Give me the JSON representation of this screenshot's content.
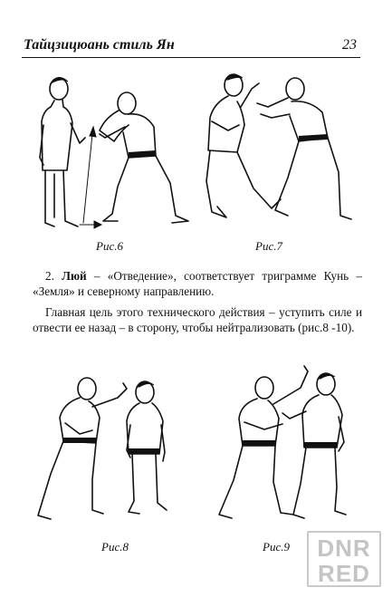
{
  "header": {
    "title": "Тайцзицюань стиль Ян",
    "page_number": "23"
  },
  "figures": [
    {
      "caption": "Рис.6"
    },
    {
      "caption": "Рис.7"
    },
    {
      "caption": "Рис.8"
    },
    {
      "caption": "Рис.9"
    }
  ],
  "text": {
    "p1_num": "2.",
    "p1_term": "Люй",
    "p1_rest": " – «Отведение», соответствует триграмме Кунь – «Земля» и северному направлению.",
    "p2": "Главная цель этого технического действия – уступить силе и отвести ее назад – в сторону, чтобы нейтрализовать (рис.8 -10)."
  },
  "watermark": {
    "line1": "DNR",
    "line2": "RED"
  }
}
